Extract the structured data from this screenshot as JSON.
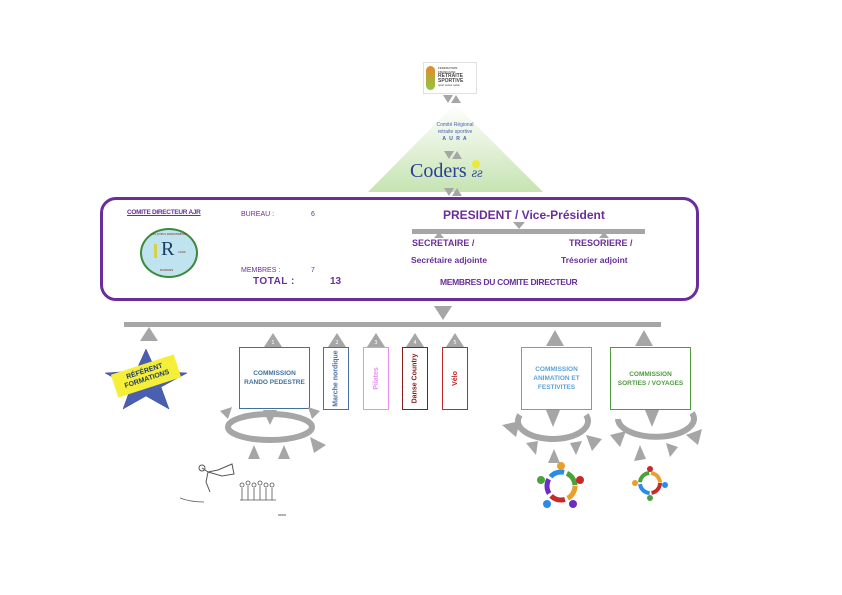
{
  "federation_logo": {
    "line1": "FEDERATION",
    "line2": "FRANÇAISE",
    "line3": "RETRAITE",
    "line4": "SPORTIVE",
    "line5": "sport senior santé"
  },
  "regional": {
    "line1": "Comité Régional",
    "line2": "retraite sportive",
    "line3": "A U R A",
    "logo_text": "Coders"
  },
  "comite": {
    "title": "COMITE DIRECTEUR AJR",
    "bureau_label": "BUREAU :",
    "bureau_count": "6",
    "membres_label": "MEMBRES :",
    "membres_count": "7",
    "total_label": "TOTAL :",
    "total_count": "13",
    "president": "PRESIDENT / Vice-Président",
    "secretaire": "SECRETAIRE /",
    "secretaire_adj": "Secrétaire adjointe",
    "tresoriere": "TRESORIERE /",
    "tresorier_adj": "Trésorier adjoint",
    "membres_comite": "MEMBRES DU COMITE DIRECTEUR",
    "club_logo_text": "LES JOYEUX RANDONNEURS",
    "club_logo_letter": "R",
    "club_logo_year": "1992",
    "club_logo_city": "ROMANS"
  },
  "referent": {
    "line1": "RÉFÉRENT",
    "line2": "FORMATIONS"
  },
  "commissions": [
    {
      "num": "1",
      "label": "COMMISSION\nRANDO PEDESTRE",
      "line1": "COMMISSION",
      "line2": "RANDO PEDESTRE",
      "color": "#41719c"
    },
    {
      "num": "2",
      "label": "Marche nordique",
      "color": "#4a6fa5"
    },
    {
      "num": "3",
      "label": "Pilates",
      "color": "#e88ff0"
    },
    {
      "num": "4",
      "label": "Danse Country",
      "color": "#8b1a1a"
    },
    {
      "num": "5",
      "label": "Vélo",
      "color": "#c0282d"
    },
    {
      "label": "COMMISSION ANIMATION ET FESTIVITES",
      "line1": "COMMISSION",
      "line2": "ANIMATION ET",
      "line3": "FESTIVITES",
      "color": "#5ba3d9"
    },
    {
      "label": "COMMISSION SORTIES / VOYAGES",
      "line1": "COMMISSION",
      "line2": "SORTIES / VOYAGES",
      "color": "#4e9a3f"
    }
  ],
  "colors": {
    "purple": "#6a2d9a",
    "gray": "#a6a6a6",
    "triangle_green": "#c9e5b8",
    "star_blue": "#4a5fb0",
    "banner_yellow": "#f5ef3a"
  }
}
